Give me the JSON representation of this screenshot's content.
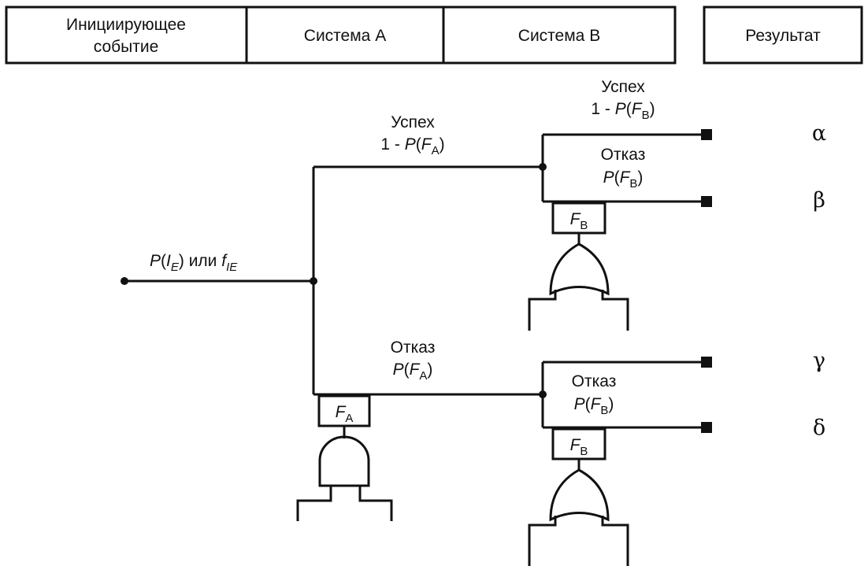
{
  "header": {
    "initiating_event_line1": "Инициирующее",
    "initiating_event_line2": "событие",
    "system_a": "Система А",
    "system_b": "Система В",
    "result": "Результат"
  },
  "initiating": {
    "p": "P",
    "ie_var": "I",
    "ie_sub": "E",
    "or_word": "или",
    "f_var": "f",
    "f_sub": "IE"
  },
  "branches": {
    "success_word": "Успех",
    "failure_word": "Отказ",
    "one_minus": "1 -",
    "p": "P",
    "f": "F",
    "sub_a": "A",
    "sub_b": "B"
  },
  "gates": {
    "fa_var": "F",
    "fa_sub": "A",
    "fb_var": "F",
    "fb_sub": "B"
  },
  "outcomes": [
    "α",
    "β",
    "γ",
    "δ"
  ],
  "colors": {
    "line": "#111111",
    "background": "#ffffff"
  }
}
